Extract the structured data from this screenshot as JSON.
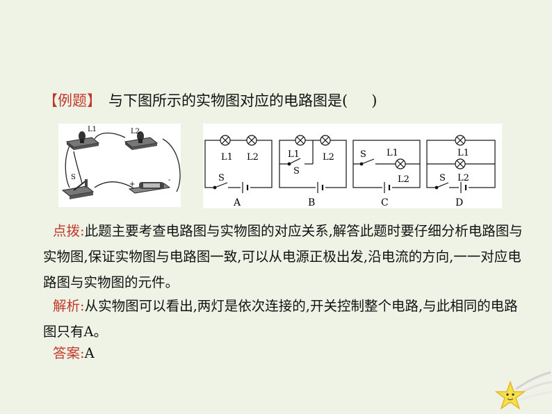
{
  "question": {
    "tag": "【例题】",
    "stem": "与下图所示的实物图对应的电路图是(",
    "close": ")"
  },
  "figure": {
    "lamp1": "L1",
    "lamp2": "L2",
    "switch": "S",
    "plus": "+",
    "minus": "-"
  },
  "options": [
    {
      "letter": "A",
      "lamp1": "L1",
      "lamp2": "L2",
      "switch": "S"
    },
    {
      "letter": "B",
      "lamp1": "L1",
      "lamp2": "L2",
      "switch": "S"
    },
    {
      "letter": "C",
      "lamp1": "L1",
      "lamp2": "L2",
      "switch": "S"
    },
    {
      "letter": "D",
      "lamp1": "L1",
      "lamp2": "L2",
      "switch": "S"
    }
  ],
  "hint": {
    "label": "点拨:",
    "text": "此题主要考查电路图与实物图的对应关系,解答此题时要仔细分析电路图与实物图,保证实物图与电路图一致,可以从电源正极出发,沿电流的方向,一一对应电路图与实物图的元件。"
  },
  "analysis": {
    "label": "解析:",
    "text": "从实物图可以看出,两灯是依次连接的,开关控制整个电路,与此相同的电路图只有A。"
  },
  "answer": {
    "label": "答案:",
    "text": "A"
  }
}
